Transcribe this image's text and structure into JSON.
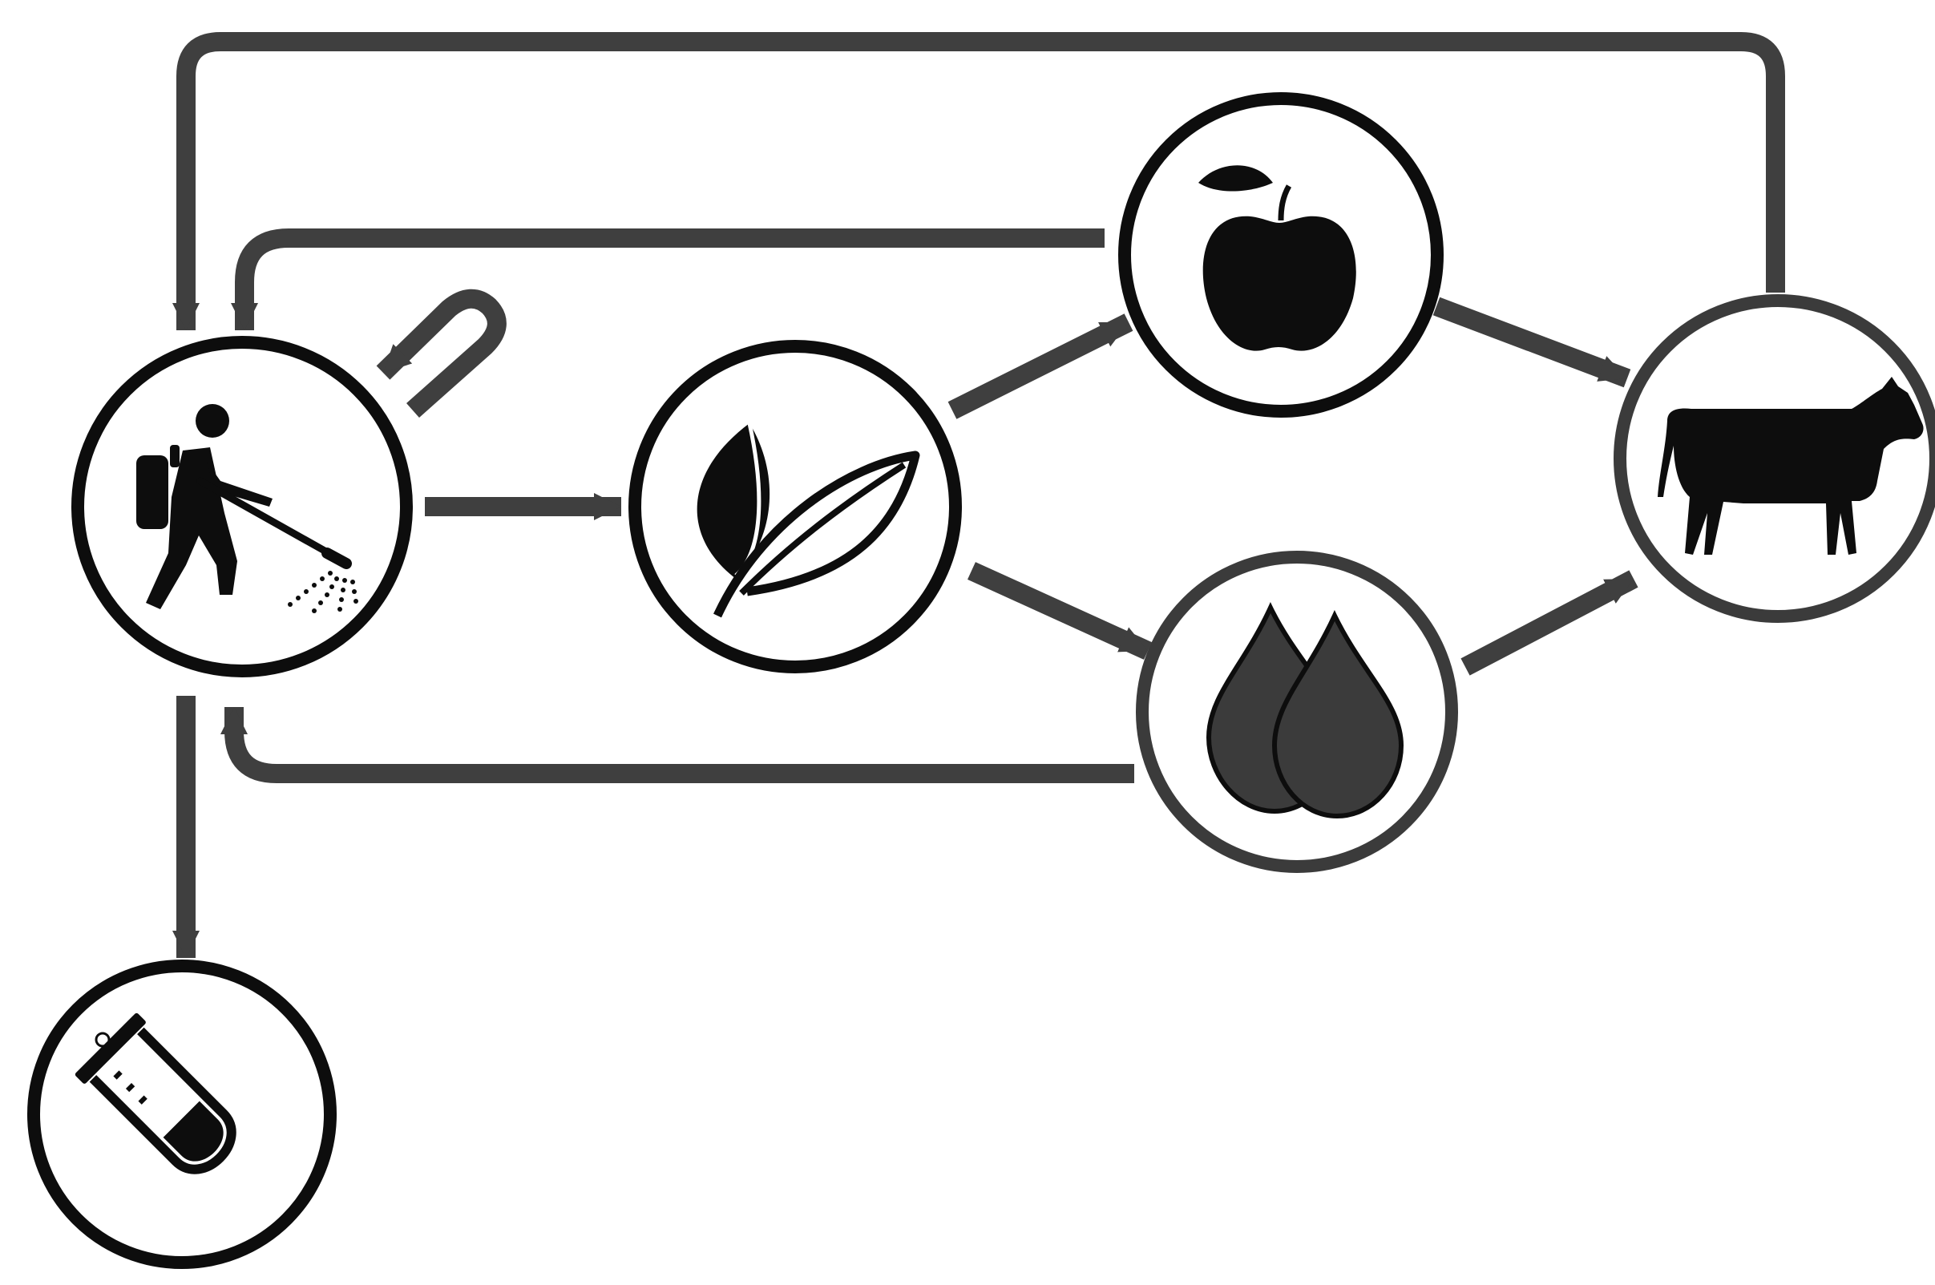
{
  "diagram": {
    "type": "exposure-pathway-flow",
    "colors": {
      "arrow": "#3f3f3f",
      "ring_dark": "#0d0d0d",
      "ring_grey": "#3b3b3b",
      "background": "#ffffff"
    },
    "nodes": [
      {
        "id": "applicator",
        "icon": "person-spraying-icon"
      },
      {
        "id": "plants",
        "icon": "leaves-icon"
      },
      {
        "id": "fruit",
        "icon": "apple-icon"
      },
      {
        "id": "water",
        "icon": "water-drops-icon"
      },
      {
        "id": "livestock",
        "icon": "cow-icon"
      },
      {
        "id": "lab-sample",
        "icon": "test-tube-icon"
      }
    ],
    "edges": [
      {
        "from": "applicator",
        "to": "plants"
      },
      {
        "from": "plants",
        "to": "fruit"
      },
      {
        "from": "plants",
        "to": "water"
      },
      {
        "from": "fruit",
        "to": "livestock"
      },
      {
        "from": "water",
        "to": "livestock"
      },
      {
        "from": "fruit",
        "to": "applicator"
      },
      {
        "from": "water",
        "to": "applicator"
      },
      {
        "from": "livestock",
        "to": "applicator"
      },
      {
        "from": "applicator",
        "to": "applicator"
      },
      {
        "from": "applicator",
        "to": "lab-sample"
      }
    ]
  }
}
